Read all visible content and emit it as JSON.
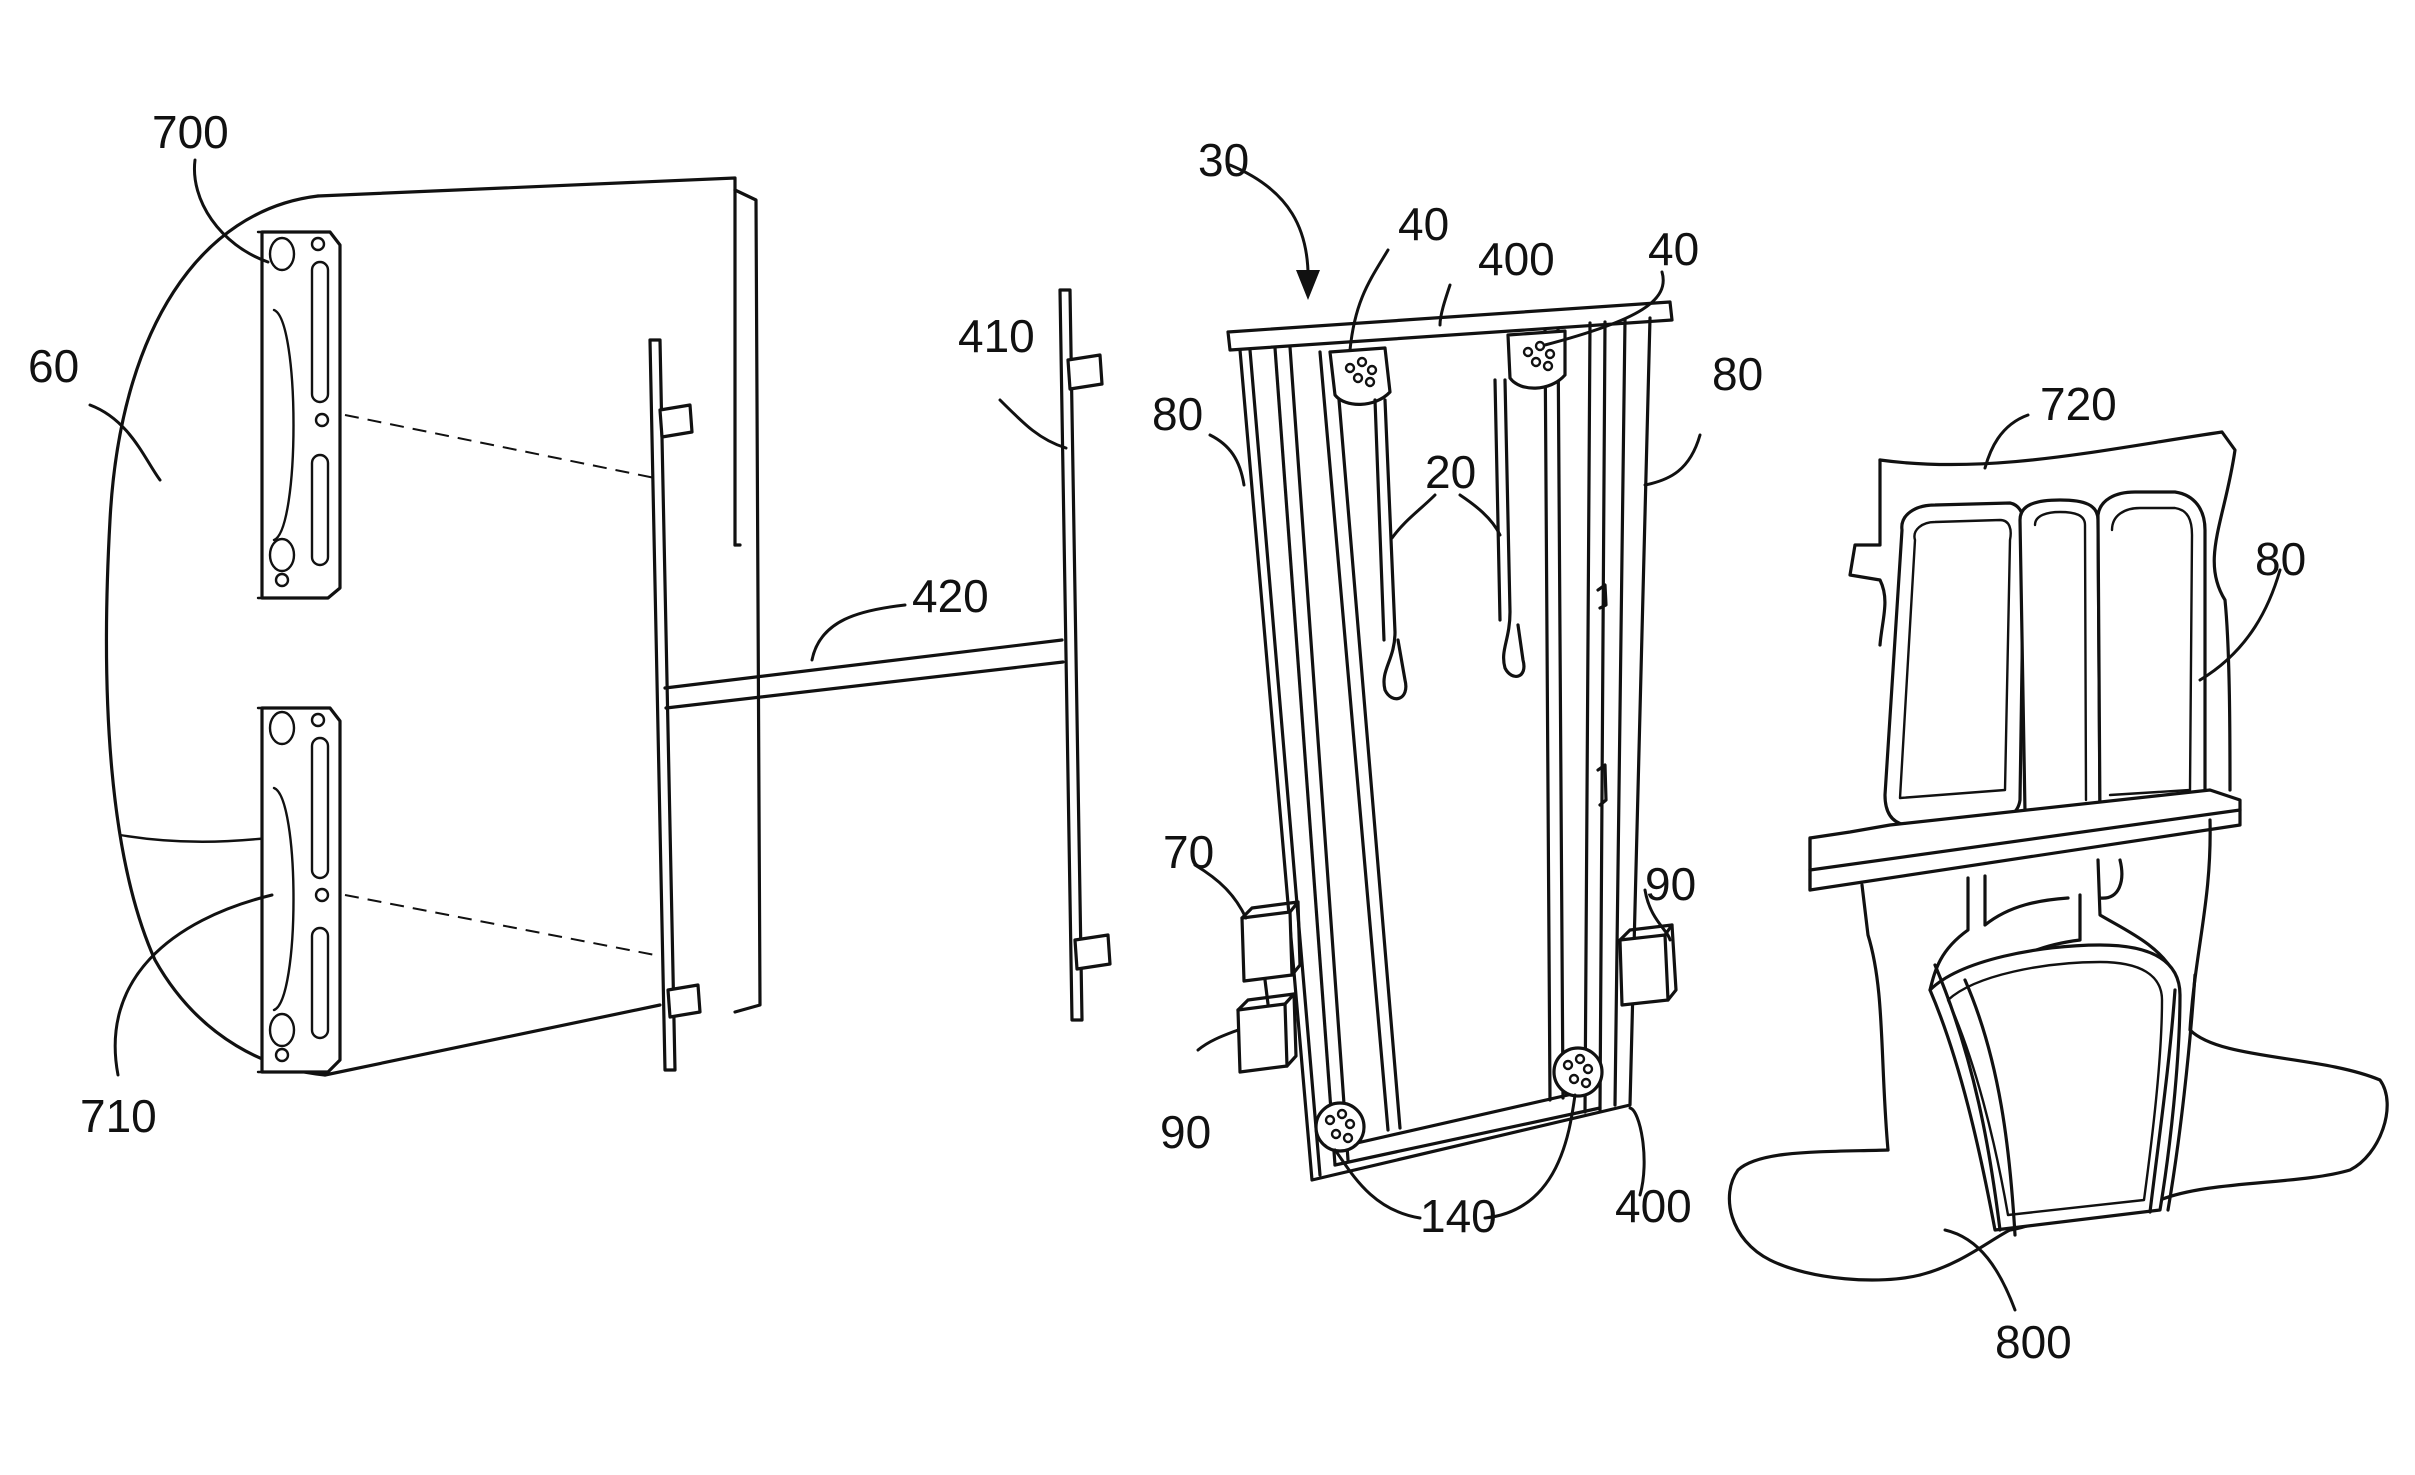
{
  "figure": {
    "labels": {
      "l700": "700",
      "l60": "60",
      "l710": "710",
      "l420": "420",
      "l410": "410",
      "l30": "30",
      "l40a": "40",
      "l400top": "400",
      "l40b": "40",
      "l80left": "80",
      "l80right": "80",
      "l20": "20",
      "l70": "70",
      "l90left": "90",
      "l90right": "90",
      "l140": "140",
      "l400bottom": "400",
      "l720": "720",
      "l80seat": "80",
      "l800": "800"
    }
  }
}
